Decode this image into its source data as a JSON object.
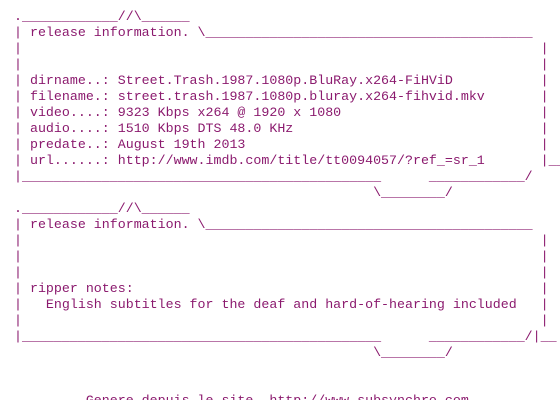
{
  "lines": [
    ".____________//\\______",
    "| release information. \\_________________________________________",
    "|                                                                 |",
    "|                                                                 |",
    "| dirname..: Street.Trash.1987.1080p.BluRay.x264-FiHViD           |",
    "| filename.: street.trash.1987.1080p.bluray.x264-fihvid.mkv       |",
    "| video....: 9323 Kbps x264 @ 1920 x 1080                         |",
    "| audio....: 1510 Kbps DTS 48.0 KHz                               |",
    "| predate..: August 19th 2013                                     |",
    "| url......: http://www.imdb.com/title/tt0094057/?ref_=sr_1       |__",
    "|_____________________________________________      ____________/",
    "                                             \\________/",
    ".____________//\\______",
    "| release information. \\_________________________________________",
    "|                                                                 |",
    "|                                                                 |",
    "|                                                                 |",
    "| ripper notes:                                                   |",
    "|   English subtitles for the deaf and hard-of-hearing included   |",
    "|                                                                 |",
    "|_____________________________________________      ____________/|__",
    "                                             \\________/",
    "",
    "",
    "         Genere depuis le site  http://www.subsynchro.com"
  ]
}
